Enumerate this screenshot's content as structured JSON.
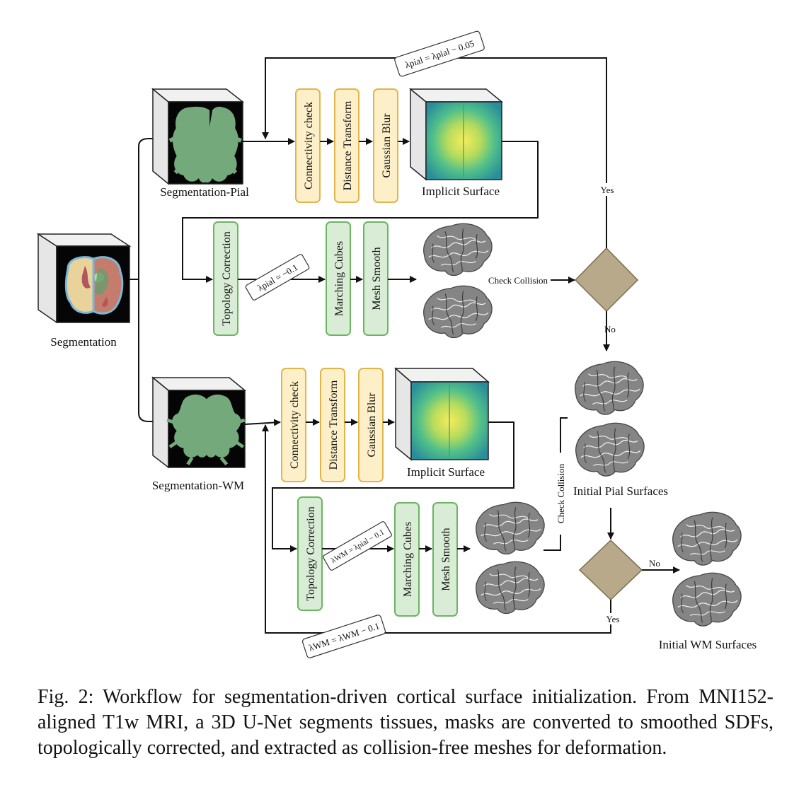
{
  "diagram": {
    "segmentation": "Segmentation",
    "seg_pial": "Segmentation-Pial",
    "seg_wm": "Segmentation-WM",
    "implicit_surface": "Implicit Surface",
    "connectivity_check": "Connectivity check",
    "distance_transform": "Distance Transform",
    "gaussian_blur": "Gaussian Blur",
    "topology_correction": "Topology Correction",
    "marching_cubes": "Marching Cubes",
    "mesh_smooth": "Mesh Smooth",
    "check_collision": "Check Collision",
    "yes": "Yes",
    "no": "No",
    "initial_pial_surfaces": "Initial Pial Surfaces",
    "initial_wm_surfaces": "Initial WM Surfaces",
    "lambda_pial_update": "λpial = λpial − 0.05",
    "lambda_pial_init": "λpial = −0.1",
    "lambda_wm_init": "λWM = λpial − 0.1",
    "lambda_wm_update": "λWM = λWM − 0.1"
  },
  "caption": "Fig. 2: Workflow for segmentation-driven cortical surface initialization. From MNI152-aligned T1w MRI, a 3D U-Net segments tissues, masks are converted to smoothed SDFs, topologically corrected, and extracted as collision-free meshes for deformation.",
  "colors": {
    "yellow_box_fill": "#fdf0c8",
    "yellow_box_stroke": "#e2b44a",
    "green_box_fill": "#d9ecd5",
    "green_box_stroke": "#6cb462",
    "tissue_green": "#74a97c",
    "diamond_fill": "#b7a98a",
    "diamond_stroke": "#7c6c4c",
    "brain_gray": "#858585"
  }
}
